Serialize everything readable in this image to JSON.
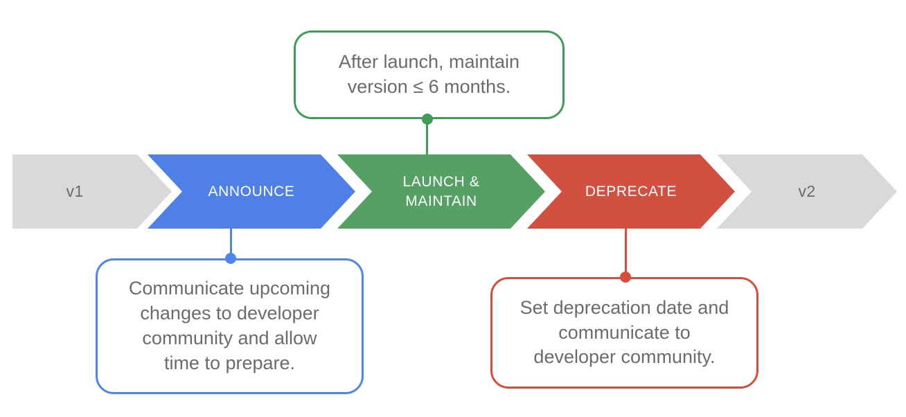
{
  "palette": {
    "stage_gray": "#D9D9D9",
    "stage_blue": "#4E80E8",
    "stage_green": "#55A163",
    "stage_red": "#D2503F",
    "accent_green": "#3E9C57",
    "accent_blue": "#4E84F0",
    "accent_red": "#DC4B38",
    "note_text_color": "#6B6B6B",
    "version_text_color": "#6A6A6A"
  },
  "timeline": {
    "stages": [
      {
        "label": "v1",
        "fill": "#D9D9D9",
        "text_color": "#6A6A6A"
      },
      {
        "label": "ANNOUNCE",
        "fill": "#4E80E8",
        "text_color": "#FFFFFF"
      },
      {
        "label": "LAUNCH &\nMAINTAIN",
        "fill": "#55A163",
        "text_color": "#FFFFFF"
      },
      {
        "label": "DEPRECATE",
        "fill": "#D2503F",
        "text_color": "#FFFFFF"
      },
      {
        "label": "v2",
        "fill": "#D9D9D9",
        "text_color": "#6A6A6A"
      }
    ]
  },
  "callouts": {
    "maintain": {
      "text": "After launch, maintain\nversion ≤ 6 months.",
      "accent": "#3E9C57"
    },
    "announce": {
      "text": "Communicate upcoming\nchanges to developer\ncommunity and allow\ntime to prepare.",
      "accent": "#4E84F0"
    },
    "deprecate": {
      "text": "Set deprecation date and\ncommunicate to\ndeveloper community.",
      "accent": "#DC4B38"
    }
  }
}
